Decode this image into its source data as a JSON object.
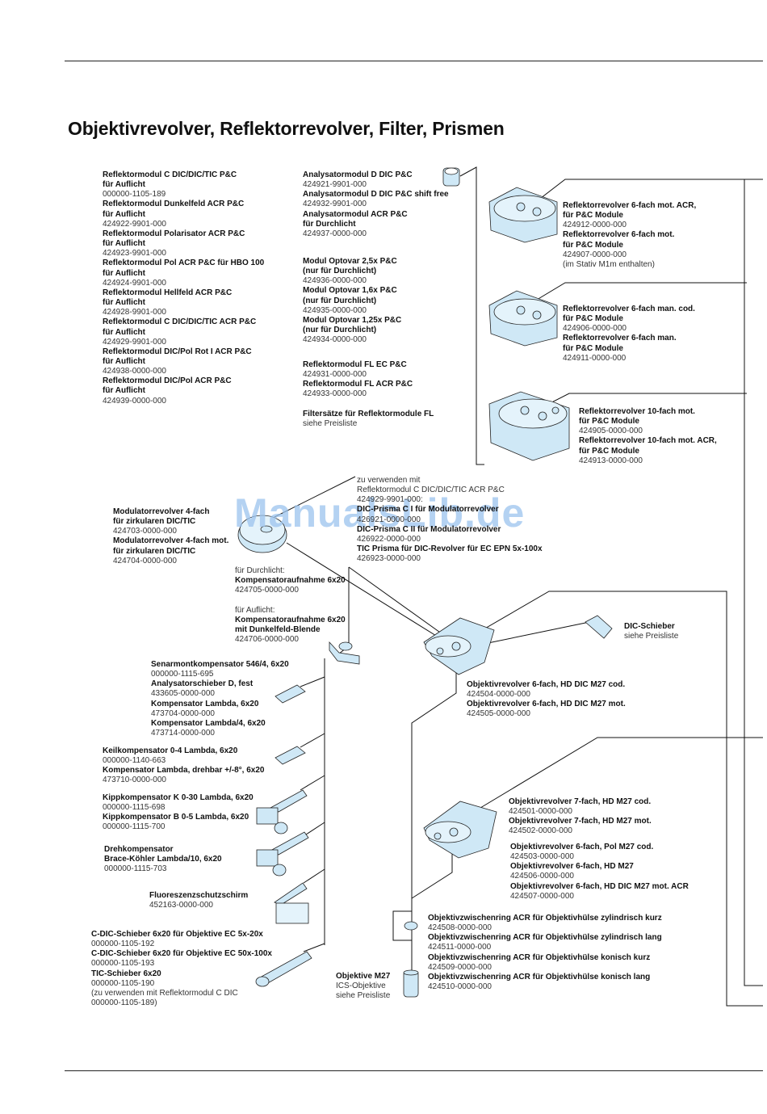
{
  "page": {
    "title": "Objektivrevolver, Reflektorrevolver, Filter, Prismen",
    "watermark": "ManualsLib.de",
    "illustration_color": "#cfe8f6"
  },
  "blocks": {
    "reflektormodule": [
      {
        "t": "Reflektormodul C DIC/DIC/TIC P&C",
        "b": true
      },
      {
        "t": "für Auflicht",
        "b": true
      },
      {
        "t": "000000-1105-189"
      },
      {
        "t": "Reflektormodul Dunkelfeld ACR P&C",
        "b": true
      },
      {
        "t": "für Auflicht",
        "b": true
      },
      {
        "t": "424922-9901-000"
      },
      {
        "t": "Reflektormodul Polarisator ACR P&C",
        "b": true
      },
      {
        "t": "für Auflicht",
        "b": true
      },
      {
        "t": "424923-9901-000"
      },
      {
        "t": "Reflektormodul Pol ACR P&C für HBO 100",
        "b": true
      },
      {
        "t": "für Auflicht",
        "b": true
      },
      {
        "t": "424924-9901-000"
      },
      {
        "t": "Reflektormodul Hellfeld ACR P&C",
        "b": true
      },
      {
        "t": "für Auflicht",
        "b": true
      },
      {
        "t": "424928-9901-000"
      },
      {
        "t": "Reflektormodul C DIC/DIC/TIC ACR P&C",
        "b": true
      },
      {
        "t": "für Auflicht",
        "b": true
      },
      {
        "t": "424929-9901-000"
      },
      {
        "t": "Reflektormodul DIC/Pol Rot I ACR P&C",
        "b": true
      },
      {
        "t": "für Auflicht",
        "b": true
      },
      {
        "t": "424938-0000-000"
      },
      {
        "t": "Reflektormodul DIC/Pol ACR P&C",
        "b": true
      },
      {
        "t": "für Auflicht",
        "b": true
      },
      {
        "t": "424939-0000-000"
      }
    ],
    "analysatormodule": [
      {
        "t": "Analysatormodul D DIC P&C",
        "b": true
      },
      {
        "t": "424921-9901-000"
      },
      {
        "t": "Analysatormodul D DIC P&C shift free",
        "b": true
      },
      {
        "t": "424932-9901-000"
      },
      {
        "t": "Analysatormodul ACR P&C",
        "b": true
      },
      {
        "t": "für Durchlicht",
        "b": true
      },
      {
        "t": "424937-0000-000"
      }
    ],
    "optovar": [
      {
        "t": "Modul Optovar 2,5x P&C",
        "b": true
      },
      {
        "t": "(nur für Durchlicht)",
        "b": true
      },
      {
        "t": "424936-0000-000"
      },
      {
        "t": "Modul Optovar 1,6x P&C",
        "b": true
      },
      {
        "t": "(nur für Durchlicht)",
        "b": true
      },
      {
        "t": "424935-0000-000"
      },
      {
        "t": "Modul Optovar 1,25x P&C",
        "b": true
      },
      {
        "t": "(nur für Durchlicht)",
        "b": true
      },
      {
        "t": "424934-0000-000"
      }
    ],
    "fl_module": [
      {
        "t": "Reflektormodul FL EC P&C",
        "b": true
      },
      {
        "t": "424931-0000-000"
      },
      {
        "t": "Reflektormodul FL ACR P&C",
        "b": true
      },
      {
        "t": "424933-0000-000"
      }
    ],
    "filtersaetze": [
      {
        "t": "Filtersätze für Reflektormodule FL",
        "b": true
      },
      {
        "t": "siehe Preisliste"
      }
    ],
    "reflektorrevolver_mot": [
      {
        "t": "Reflektorrevolver 6-fach mot. ACR,",
        "b": true
      },
      {
        "t": "für P&C Module",
        "b": true
      },
      {
        "t": "424912-0000-000"
      },
      {
        "t": "Reflektorrevolver 6-fach mot.",
        "b": true
      },
      {
        "t": "für P&C Module",
        "b": true
      },
      {
        "t": "424907-0000-000"
      },
      {
        "t": "(im Stativ M1m enthalten)"
      }
    ],
    "reflektorrevolver_man": [
      {
        "t": "Reflektorrevolver 6-fach man. cod.",
        "b": true
      },
      {
        "t": "für P&C Module",
        "b": true
      },
      {
        "t": "424906-0000-000"
      },
      {
        "t": "Reflektorrevolver 6-fach man.",
        "b": true
      },
      {
        "t": "für P&C Module",
        "b": true
      },
      {
        "t": "424911-0000-000"
      }
    ],
    "reflektorrevolver_10": [
      {
        "t": "Reflektorrevolver 10-fach mot.",
        "b": true
      },
      {
        "t": "für P&C Module",
        "b": true
      },
      {
        "t": "424905-0000-000"
      },
      {
        "t": "Reflektorrevolver 10-fach mot. ACR,",
        "b": true
      },
      {
        "t": "für P&C Module",
        "b": true
      },
      {
        "t": "424913-0000-000"
      }
    ],
    "modulatorrevolver": [
      {
        "t": "Modulatorrevolver 4-fach",
        "b": true
      },
      {
        "t": "für zirkularen DIC/TIC",
        "b": true
      },
      {
        "t": "424703-0000-000"
      },
      {
        "t": "Modulatorrevolver 4-fach mot.",
        "b": true
      },
      {
        "t": "für zirkularen DIC/TIC",
        "b": true
      },
      {
        "t": "424704-0000-000"
      }
    ],
    "prismen": [
      {
        "t": "zu verwenden mit"
      },
      {
        "t": "Reflektormodul C DIC/DIC/TIC ACR P&C"
      },
      {
        "t": "424929-9901-000:"
      },
      {
        "t": "DIC-Prisma C I für Modulatorrevolver",
        "b": true
      },
      {
        "t": "426921-0000-000"
      },
      {
        "t": "DIC-Prisma C II für Modulatorrevolver",
        "b": true
      },
      {
        "t": "426922-0000-000"
      },
      {
        "t": "TIC Prisma für DIC-Revolver für EC EPN 5x-100x",
        "b": true
      },
      {
        "t": "426923-0000-000"
      }
    ],
    "kompensator_durchlicht": [
      {
        "t": "für Durchlicht:"
      },
      {
        "t": "Kompensatoraufnahme 6x20",
        "b": true
      },
      {
        "t": "424705-0000-000"
      }
    ],
    "kompensator_auflicht": [
      {
        "t": "für Auflicht:"
      },
      {
        "t": "Kompensatoraufnahme 6x20",
        "b": true
      },
      {
        "t": "mit Dunkelfeld-Blende",
        "b": true
      },
      {
        "t": "424706-0000-000"
      }
    ],
    "dic_schieber": [
      {
        "t": "DIC-Schieber",
        "b": true
      },
      {
        "t": "siehe Preisliste"
      }
    ],
    "senarmont": [
      {
        "t": "Senarmontkompensator 546/4, 6x20",
        "b": true
      },
      {
        "t": "000000-1115-695"
      },
      {
        "t": "Analysatorschieber D, fest",
        "b": true
      },
      {
        "t": "433605-0000-000"
      },
      {
        "t": "Kompensator Lambda, 6x20",
        "b": true
      },
      {
        "t": "473704-0000-000"
      },
      {
        "t": "Kompensator Lambda/4, 6x20",
        "b": true
      },
      {
        "t": "473714-0000-000"
      }
    ],
    "keil": [
      {
        "t": "Keilkompensator 0-4 Lambda, 6x20",
        "b": true
      },
      {
        "t": "000000-1140-663"
      },
      {
        "t": "Kompensator Lambda, drehbar +/-8°, 6x20",
        "b": true
      },
      {
        "t": "473710-0000-000"
      }
    ],
    "kipp": [
      {
        "t": "Kippkompensator K 0-30 Lambda, 6x20",
        "b": true
      },
      {
        "t": "000000-1115-698"
      },
      {
        "t": "Kippkompensator B 0-5 Lambda, 6x20",
        "b": true
      },
      {
        "t": "000000-1115-700"
      }
    ],
    "dreh": [
      {
        "t": "Drehkompensator",
        "b": true
      },
      {
        "t": "Brace-Köhler Lambda/10, 6x20",
        "b": true
      },
      {
        "t": "000000-1115-703"
      }
    ],
    "fluoreszenz": [
      {
        "t": "Fluoreszenzschutzschirm",
        "b": true
      },
      {
        "t": "452163-0000-000"
      }
    ],
    "cdic": [
      {
        "t": "C-DIC-Schieber 6x20 für Objektive EC 5x-20x",
        "b": true
      },
      {
        "t": "000000-1105-192"
      },
      {
        "t": "C-DIC-Schieber 6x20 für Objektive EC 50x-100x",
        "b": true
      },
      {
        "t": "000000-1105-193"
      },
      {
        "t": "TIC-Schieber 6x20",
        "b": true
      },
      {
        "t": "000000-1105-190"
      },
      {
        "t": "(zu verwenden mit Reflektormodul C DIC"
      },
      {
        "t": "000000-1105-189)"
      }
    ],
    "objektive_m27": [
      {
        "t": "Objektive M27",
        "b": true
      },
      {
        "t": "ICS-Objektive"
      },
      {
        "t": "siehe Preisliste"
      }
    ],
    "objektivrevolver_6_dic": [
      {
        "t": "Objektivrevolver 6-fach, HD DIC M27 cod.",
        "b": true
      },
      {
        "t": "424504-0000-000"
      },
      {
        "t": "Objektivrevolver 6-fach, HD DIC M27 mot.",
        "b": true
      },
      {
        "t": "424505-0000-000"
      }
    ],
    "objektivrevolver_7": [
      {
        "t": "Objektivrevolver 7-fach, HD M27 cod.",
        "b": true
      },
      {
        "t": "424501-0000-000"
      },
      {
        "t": "Objektivrevolver 7-fach, HD M27 mot.",
        "b": true
      },
      {
        "t": "424502-0000-000"
      }
    ],
    "objektivrevolver_6": [
      {
        "t": "Objektivrevolver 6-fach, Pol M27 cod.",
        "b": true
      },
      {
        "t": "424503-0000-000"
      },
      {
        "t": "Objektivrevolver 6-fach, HD M27",
        "b": true
      },
      {
        "t": "424506-0000-000"
      },
      {
        "t": "Objektivrevolver 6-fach, HD DIC M27 mot. ACR",
        "b": true
      },
      {
        "t": "424507-0000-000"
      }
    ],
    "zwischenringe": [
      {
        "t": "Objektivzwischenring ACR für Objektivhülse zylindrisch kurz",
        "b": true
      },
      {
        "t": "424508-0000-000"
      },
      {
        "t": "Objektivzwischenring ACR für Objektivhülse zylindrisch lang",
        "b": true
      },
      {
        "t": "424511-0000-000"
      },
      {
        "t": "Objektivzwischenring ACR für Objektivhülse konisch kurz",
        "b": true
      },
      {
        "t": "424509-0000-000"
      },
      {
        "t": "Objektivzwischenring ACR für Objektivhülse konisch lang",
        "b": true
      },
      {
        "t": "424510-0000-000"
      }
    ]
  }
}
